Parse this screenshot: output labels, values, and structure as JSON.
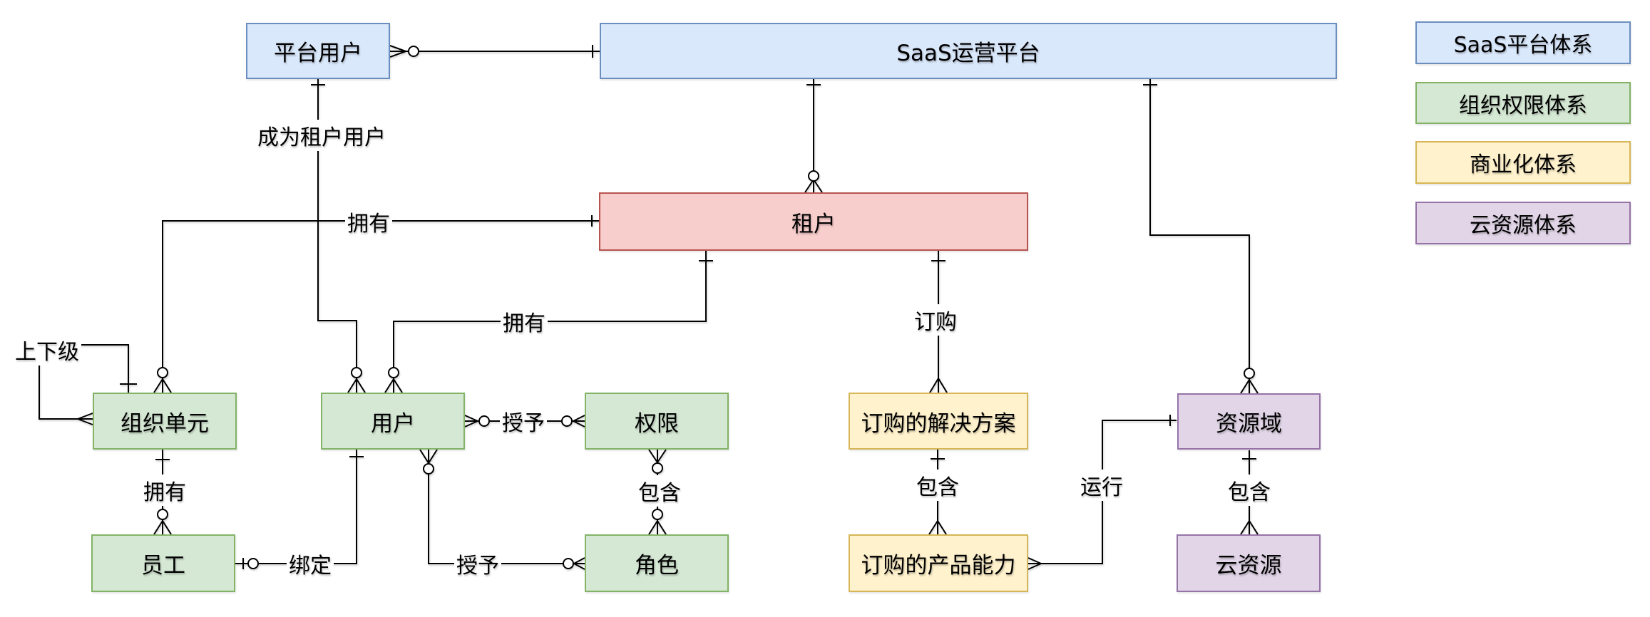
{
  "palette": {
    "blue": {
      "fill": "#dae8fc",
      "border": "#6c8ebf"
    },
    "green": {
      "fill": "#d5e8d4",
      "border": "#82b366"
    },
    "yellow": {
      "fill": "#fff2cc",
      "border": "#d6b656"
    },
    "red": {
      "fill": "#f8cecc",
      "border": "#b85450"
    },
    "purple": {
      "fill": "#e1d5e7",
      "border": "#9673a6"
    }
  },
  "entities": {
    "platform_user": {
      "label": "平台用户",
      "scheme": "blue"
    },
    "saas_platform": {
      "label": "SaaS运营平台",
      "scheme": "blue"
    },
    "tenant": {
      "label": "租户",
      "scheme": "red"
    },
    "org_unit": {
      "label": "组织单元",
      "scheme": "green"
    },
    "user": {
      "label": "用户",
      "scheme": "green"
    },
    "permission": {
      "label": "权限",
      "scheme": "green"
    },
    "employee": {
      "label": "员工",
      "scheme": "green"
    },
    "role": {
      "label": "角色",
      "scheme": "green"
    },
    "subscribed_solution": {
      "label": "订购的解决方案",
      "scheme": "yellow"
    },
    "subscribed_capability": {
      "label": "订购的产品能力",
      "scheme": "yellow"
    },
    "resource_domain": {
      "label": "资源域",
      "scheme": "purple"
    },
    "cloud_resource": {
      "label": "云资源",
      "scheme": "purple"
    }
  },
  "relations": {
    "platform_membership": {
      "label": "",
      "from": "平台用户",
      "to": "SaaS运营平台",
      "from_card": "zero-or-many",
      "to_card": "one"
    },
    "become_tenant_user": {
      "label": "成为租户用户",
      "from": "平台用户",
      "to": "用户",
      "from_card": "one",
      "to_card": "zero-or-many"
    },
    "saas_has_tenant": {
      "label": "",
      "from": "SaaS运营平台",
      "to": "租户",
      "from_card": "one",
      "to_card": "zero-or-many"
    },
    "saas_has_domain": {
      "label": "",
      "from": "SaaS运营平台",
      "to": "资源域",
      "from_card": "one",
      "to_card": "zero-or-many"
    },
    "own_org": {
      "label": "拥有",
      "from": "租户",
      "to": "组织单元",
      "from_card": "one",
      "to_card": "zero-or-many"
    },
    "own_user": {
      "label": "拥有",
      "from": "租户",
      "to": "用户",
      "from_card": "one",
      "to_card": "zero-or-many"
    },
    "subscribe": {
      "label": "订购",
      "from": "租户",
      "to": "订购的解决方案",
      "from_card": "one",
      "to_card": "many"
    },
    "hierarchy": {
      "label": "上下级",
      "from": "组织单元",
      "to": "组织单元",
      "from_card": "one",
      "to_card": "many"
    },
    "own_employee": {
      "label": "拥有",
      "from": "组织单元",
      "to": "员工",
      "from_card": "one",
      "to_card": "zero-or-many"
    },
    "bind": {
      "label": "绑定",
      "from": "员工",
      "to": "用户",
      "from_card": "zero-or-one",
      "to_card": "one"
    },
    "grant_permission": {
      "label": "授予",
      "from": "用户",
      "to": "权限",
      "from_card": "zero-or-many",
      "to_card": "zero-or-many"
    },
    "grant_role": {
      "label": "授予",
      "from": "用户",
      "to": "角色",
      "from_card": "zero-or-many",
      "to_card": "zero-or-many"
    },
    "contain_role": {
      "label": "包含",
      "from": "权限",
      "to": "角色",
      "from_card": "zero-or-many",
      "to_card": "zero-or-many"
    },
    "contain_capability": {
      "label": "包含",
      "from": "订购的解决方案",
      "to": "订购的产品能力",
      "from_card": "one",
      "to_card": "many"
    },
    "run": {
      "label": "运行",
      "from": "订购的产品能力",
      "to": "资源域",
      "from_card": "many",
      "to_card": "one"
    },
    "contain_cloud": {
      "label": "包含",
      "from": "资源域",
      "to": "云资源",
      "from_card": "one",
      "to_card": "many"
    }
  },
  "legend": {
    "items": [
      {
        "label": "SaaS平台体系",
        "scheme": "blue"
      },
      {
        "label": "组织权限体系",
        "scheme": "green"
      },
      {
        "label": "商业化体系",
        "scheme": "yellow"
      },
      {
        "label": "云资源体系",
        "scheme": "purple"
      }
    ]
  }
}
